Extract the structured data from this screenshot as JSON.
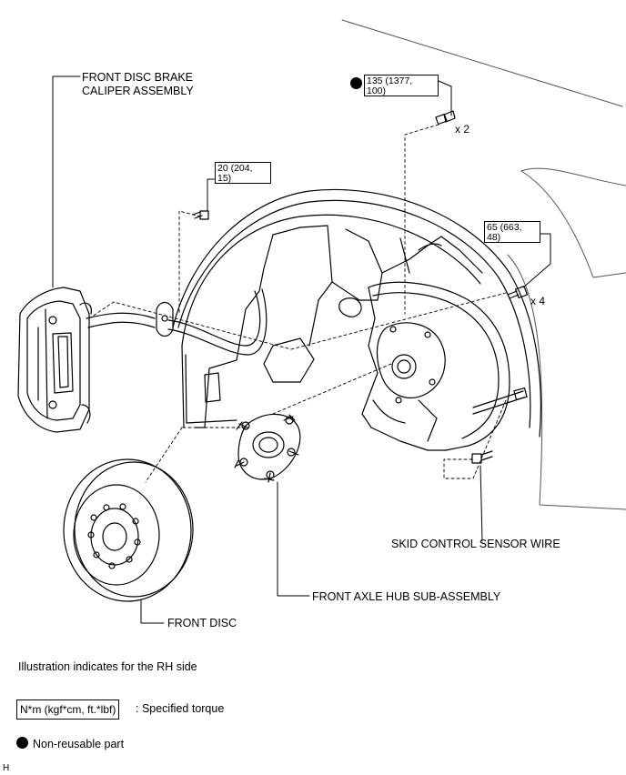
{
  "labels": {
    "caliper": "FRONT DISC BRAKE\nCALIPER ASSEMBLY",
    "skid_sensor": "SKID CONTROL SENSOR WIRE",
    "hub": "FRONT AXLE HUB SUB-ASSEMBLY",
    "disc": "FRONT DISC"
  },
  "torques": {
    "hub_bolt": "135 (1377,\n100)",
    "hose_bolt": "20 (204,\n15)",
    "knuckle_bolt": "65 (663,\n48)"
  },
  "quantities": {
    "hub_bolt": "x 2",
    "knuckle_bolt": "x 4"
  },
  "notes": {
    "side": "Illustration indicates for the RH side",
    "torque_legend_box": "N*m (kgf*cm, ft.*lbf)",
    "torque_legend_text": ": Specified torque",
    "nonreusable_text": "Non-reusable part",
    "corner_mark": "H"
  }
}
